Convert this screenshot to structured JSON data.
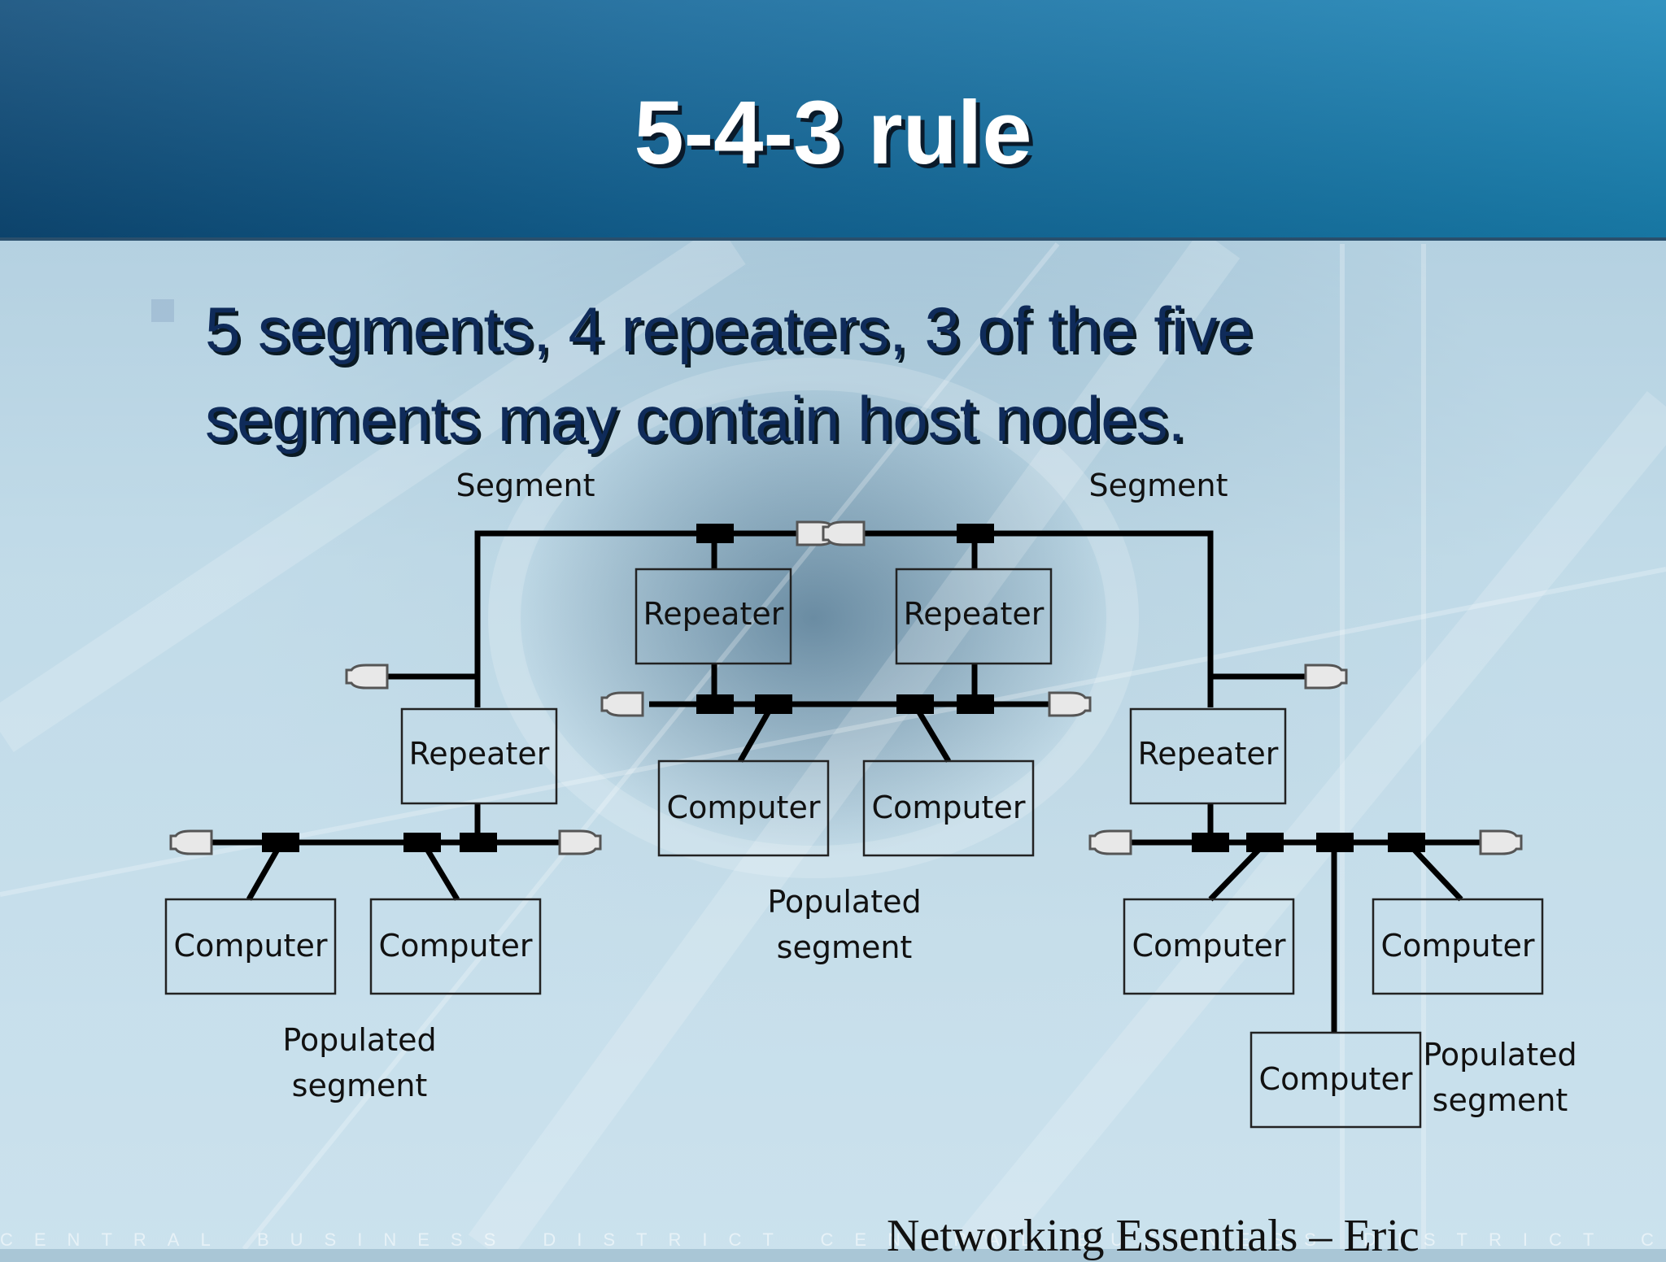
{
  "slide": {
    "title": "5-4-3 rule",
    "bullet": "5 segments, 4 repeaters, 3 of the five segments may contain host nodes.",
    "footer": "Networking Essentials – Eric",
    "ticker": "CENTRAL BUSINESS DISTRICT CENTRAL BUSINESS DISTRICT CENTRAL"
  },
  "diagram": {
    "segment_label": "Segment",
    "repeater_label": "Repeater",
    "computer_label": "Computer",
    "populated_line1": "Populated",
    "populated_line2": "segment"
  },
  "colors": {
    "title_band": "#13679a",
    "bullet_text": "#0f2b5a",
    "diagram_line": "#000000"
  }
}
